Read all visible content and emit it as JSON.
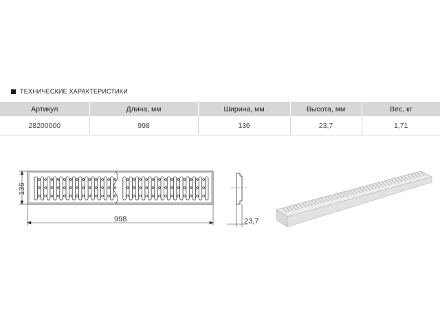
{
  "section": {
    "title": "ТЕХНИЧЕСКИЕ ХАРАКТЕРИСТИКИ"
  },
  "table": {
    "headers": [
      "Артикул",
      "Длина, мм",
      "Ширина, мм",
      "Высота, мм",
      "Вес, кг"
    ],
    "row": [
      "28200000",
      "998",
      "136",
      "23,7",
      "1,71"
    ]
  },
  "dimensions": {
    "length": "998",
    "width": "136",
    "height": "23,7"
  },
  "colors": {
    "header_bg": "#d7d7d7",
    "line": "#333333",
    "grate": "#e6e6e6"
  }
}
